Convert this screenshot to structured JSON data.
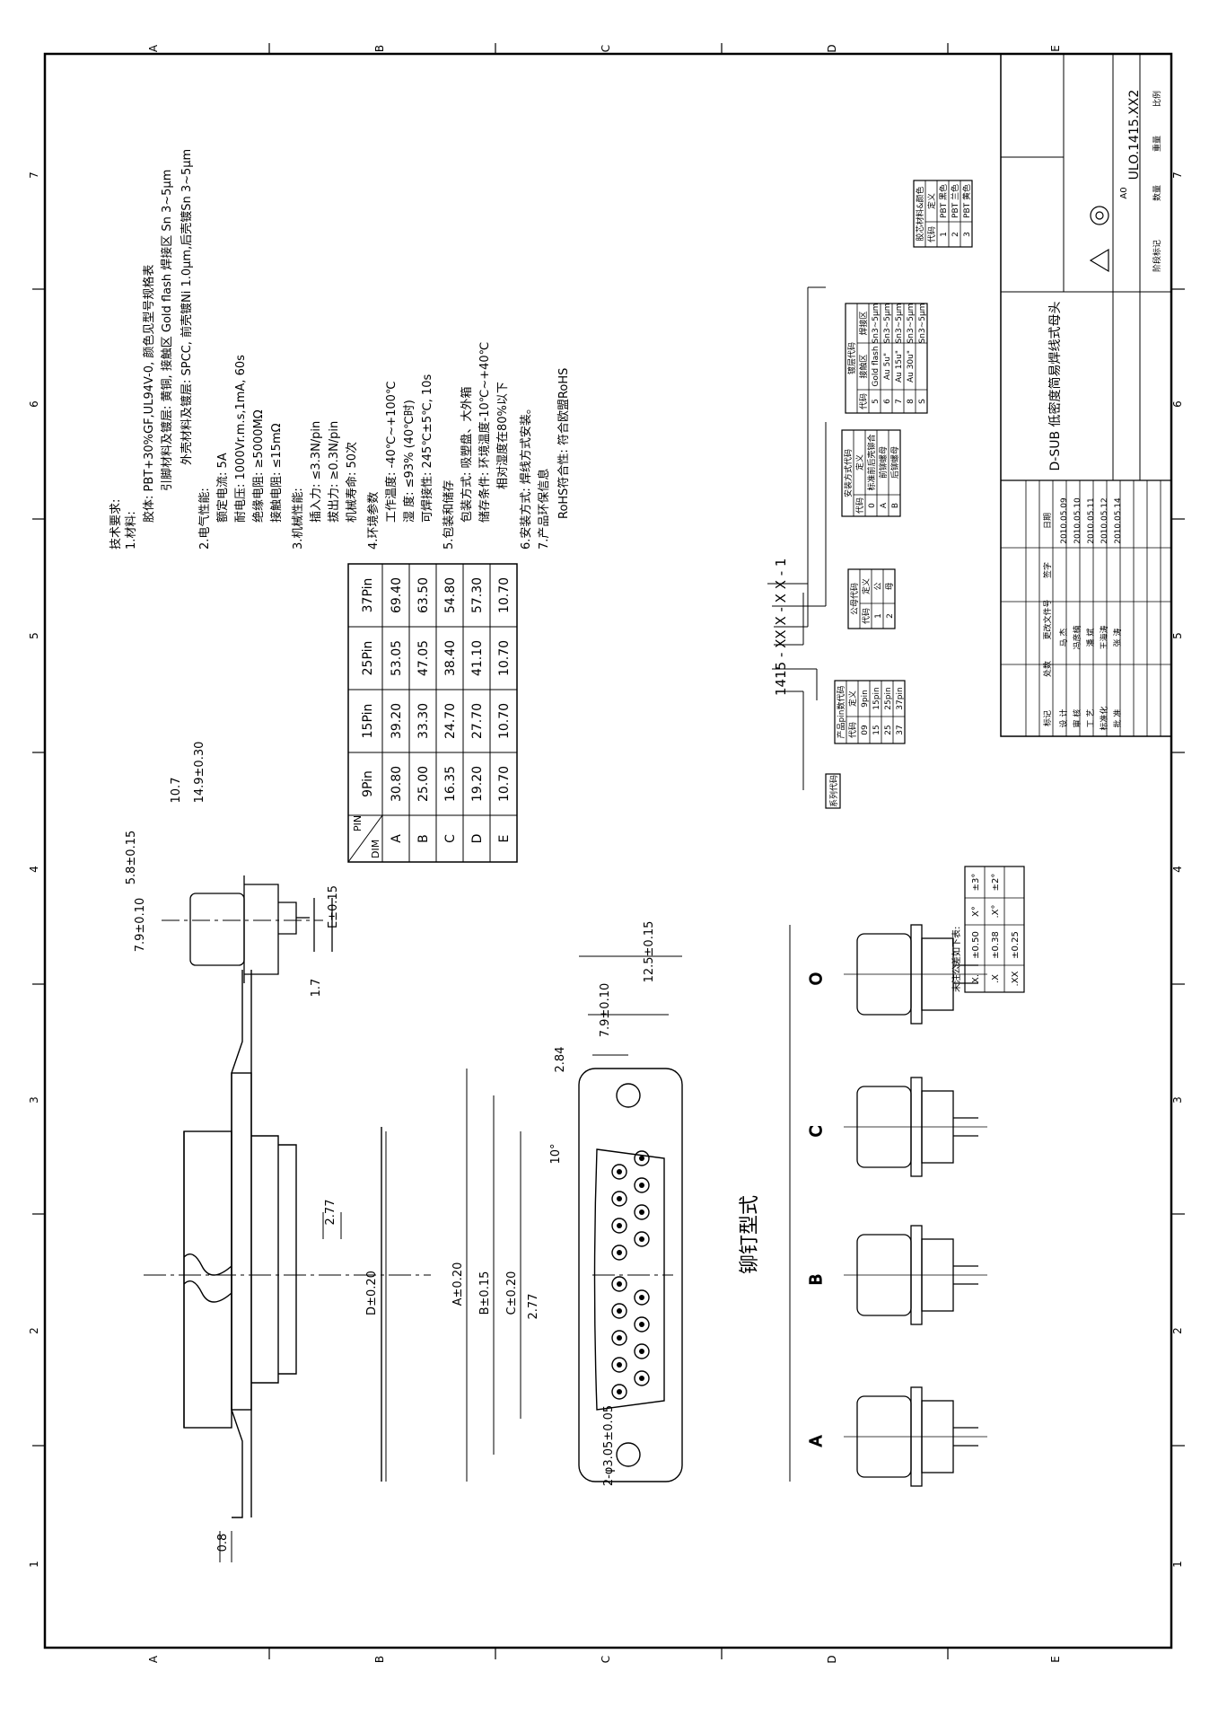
{
  "grid": {
    "columns": [
      "A",
      "B",
      "C",
      "D",
      "E"
    ],
    "rows": [
      "1",
      "2",
      "3",
      "4",
      "5",
      "6",
      "7"
    ]
  },
  "tech_requirements": [
    "技术要求:",
    "1.材料:",
    "胶体: PBT+30%GF,UL94V-0, 颜色见型号规格表",
    "引脚材料及镀层: 黄铜, 接触区 Gold flash 焊接区 Sn 3~5μm",
    "外壳材料及镀层: SPCC, 前壳镀Ni 1.0μm,后壳镀Sn 3~5μm",
    "2.电气性能:",
    "额定电流: 5A",
    "耐电压: 1000Vr.m.s,1mA, 60s",
    "绝缘电阻: ≥5000MΩ",
    "接触电阻: ≤15mΩ",
    "3.机械性能:",
    "插入力: ≤3.3N/pin",
    "拔出力: ≥0.3N/pin",
    "机械寿命: 50次",
    "4.环境参数",
    "工作温度: -40℃~+100℃",
    "湿   度: ≤93% (40℃时)",
    "可焊接性: 245℃±5℃, 10s",
    "5.包装和储存",
    "包装方式: 吸塑盘、大外箱",
    "储存条件: 环境温度-10℃~+40℃",
    "相对湿度在80%以下",
    "6.安装方式: 焊线方式安装。",
    "7.产品环保信息",
    "RoHS符合性: 符合欧盟RoHS"
  ],
  "dim_table": {
    "corner_top": "PIN",
    "corner_bottom": "DIM",
    "headers": [
      "9Pin",
      "15Pin",
      "25Pin",
      "37Pin"
    ],
    "rows": [
      {
        "dim": "A",
        "values": [
          "30.80",
          "39.20",
          "53.05",
          "69.40"
        ]
      },
      {
        "dim": "B",
        "values": [
          "25.00",
          "33.30",
          "47.05",
          "63.50"
        ]
      },
      {
        "dim": "C",
        "values": [
          "16.35",
          "24.70",
          "38.40",
          "54.80"
        ]
      },
      {
        "dim": "D",
        "values": [
          "19.20",
          "27.70",
          "41.10",
          "57.30"
        ]
      },
      {
        "dim": "E",
        "values": [
          "10.70",
          "10.70",
          "10.70",
          "10.70"
        ]
      }
    ]
  },
  "part_number": {
    "code": "1415 - XX X - X X - 1",
    "series_box": "系列代码",
    "pin_table": {
      "title": "产品pin数代码",
      "header": [
        "代码",
        "定义"
      ],
      "rows": [
        [
          "09",
          "9pin"
        ],
        [
          "15",
          "15pin"
        ],
        [
          "25",
          "25pin"
        ],
        [
          "37",
          "37pin"
        ]
      ]
    },
    "gender_table": {
      "title": "公母代码",
      "header": [
        "代码",
        "定义"
      ],
      "rows": [
        [
          "1",
          "公"
        ],
        [
          "2",
          "母"
        ]
      ]
    },
    "install_table": {
      "title": "安装方式代码",
      "header": [
        "代码",
        "定义"
      ],
      "rows": [
        [
          "0",
          "标准前后壳铆合"
        ],
        [
          "A",
          "前铆螺母"
        ],
        [
          "B",
          "后铆螺母"
        ]
      ]
    },
    "plating_table": {
      "title": "镀层代码",
      "header": [
        "代码",
        "接触区",
        "焊接区"
      ],
      "rows": [
        [
          "5",
          "Gold flash",
          "Sn3~5μm"
        ],
        [
          "6",
          "Au 5u\"",
          "Sn3~5μm"
        ],
        [
          "7",
          "Au 15u\"",
          "Sn3~5μm"
        ],
        [
          "8",
          "Au 30u\"",
          "Sn3~5μm"
        ],
        [
          "S",
          "",
          "Sn3~5μm"
        ]
      ]
    },
    "color_table": {
      "title": "胶芯材料&颜色",
      "header": [
        "代码",
        "定义"
      ],
      "rows": [
        [
          "1",
          "PBT 黑色"
        ],
        [
          "2",
          "PBT 兰色"
        ],
        [
          "3",
          "PBT 黄色"
        ]
      ]
    }
  },
  "tolerance": {
    "title": "未注公差如下表:",
    "rows": [
      [
        "X.",
        "±0.50",
        "X°",
        "±3°"
      ],
      [
        ".X",
        "±0.38",
        ".X°",
        "±2°"
      ],
      [
        ".XX",
        "±0.25",
        "",
        ""
      ]
    ]
  },
  "title_block": {
    "drawing_no": "ULO.1415.XX2",
    "title": "D-SUB 低密度简易焊线式母头",
    "marks": [
      "标记",
      "处数",
      "更改文件号",
      "签字",
      "日期"
    ],
    "rows": [
      [
        "设 计",
        "马 杰",
        "2010.05.09"
      ],
      [
        "审 核",
        "冯彦楠",
        "2010.05.10"
      ],
      [
        "工 艺",
        "潘 斌",
        "2010.05.11"
      ],
      [
        "标准化",
        "王海涛",
        "2010.05.12"
      ],
      [
        "批 准",
        "张 涛",
        "2010.05.14"
      ]
    ],
    "stage_labels": [
      "阶段标记",
      "数量",
      "重量",
      "比例"
    ],
    "stage_value": "A0"
  },
  "drawing_labels": {
    "rivet_type": "铆钉型式",
    "variant_labels": [
      "A",
      "B",
      "C",
      "O"
    ],
    "dims": {
      "d08": "0.8",
      "dd": "D±0.20",
      "d277a": "2.77",
      "d277b": "2.77",
      "da": "A±0.20",
      "db": "B±0.15",
      "dc": "C±0.20",
      "d10deg": "10°",
      "dhole": "2-φ3.05±0.05",
      "d284": "2.84",
      "d79": "7.9±0.10",
      "d125": "12.5±0.15",
      "d17": "1.7",
      "de": "E±0.15",
      "d58": "5.8±0.15",
      "d107": "10.7",
      "d149": "14.9±0.30",
      "d79s": "7.9±0.10"
    }
  }
}
